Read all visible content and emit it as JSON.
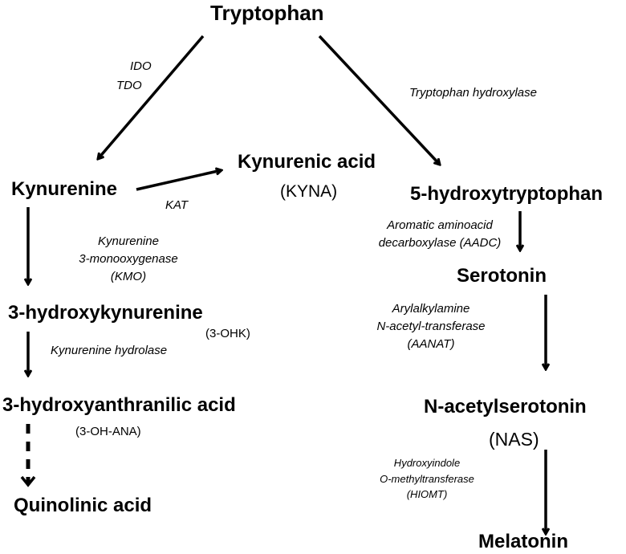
{
  "nodes": {
    "tryptophan": "Tryptophan",
    "kynurenine": "Kynurenine",
    "kynurenic_acid": "Kynurenic acid",
    "kyna_abbr": "(KYNA)",
    "hydroxytryptophan": "5-hydroxytryptophan",
    "hydroxykynurenine": "3-hydroxykynurenine",
    "ohk_abbr": "(3-OHK)",
    "serotonin": "Serotonin",
    "hydroxyanthranilic": "3-hydroxyanthranilic acid",
    "ohana_abbr": "(3-OH-ANA)",
    "nas": "N-acetylserotonin",
    "nas_abbr": "(NAS)",
    "quinolinic": "Quinolinic acid",
    "melatonin": "Melatonin"
  },
  "enzymes": {
    "ido": "IDO",
    "tdo": "TDO",
    "tph": "Tryptophan hydroxylase",
    "kat": "KAT",
    "kmo": [
      "Kynurenine",
      "3-monooxygenase",
      "(KMO)"
    ],
    "aadc": [
      "Aromatic aminoacid",
      "decarboxylase (AADC)"
    ],
    "kynureninase": "Kynurenine hydrolase",
    "aanat": [
      "Arylalkylamine",
      "N-acetyl-transferase",
      "(AANAT)"
    ],
    "hiomt": [
      "Hydroxyindole",
      "O-methyltransferase",
      "(HIOMT)"
    ]
  },
  "colors": {
    "ink": "#000000",
    "background": "#ffffff"
  }
}
